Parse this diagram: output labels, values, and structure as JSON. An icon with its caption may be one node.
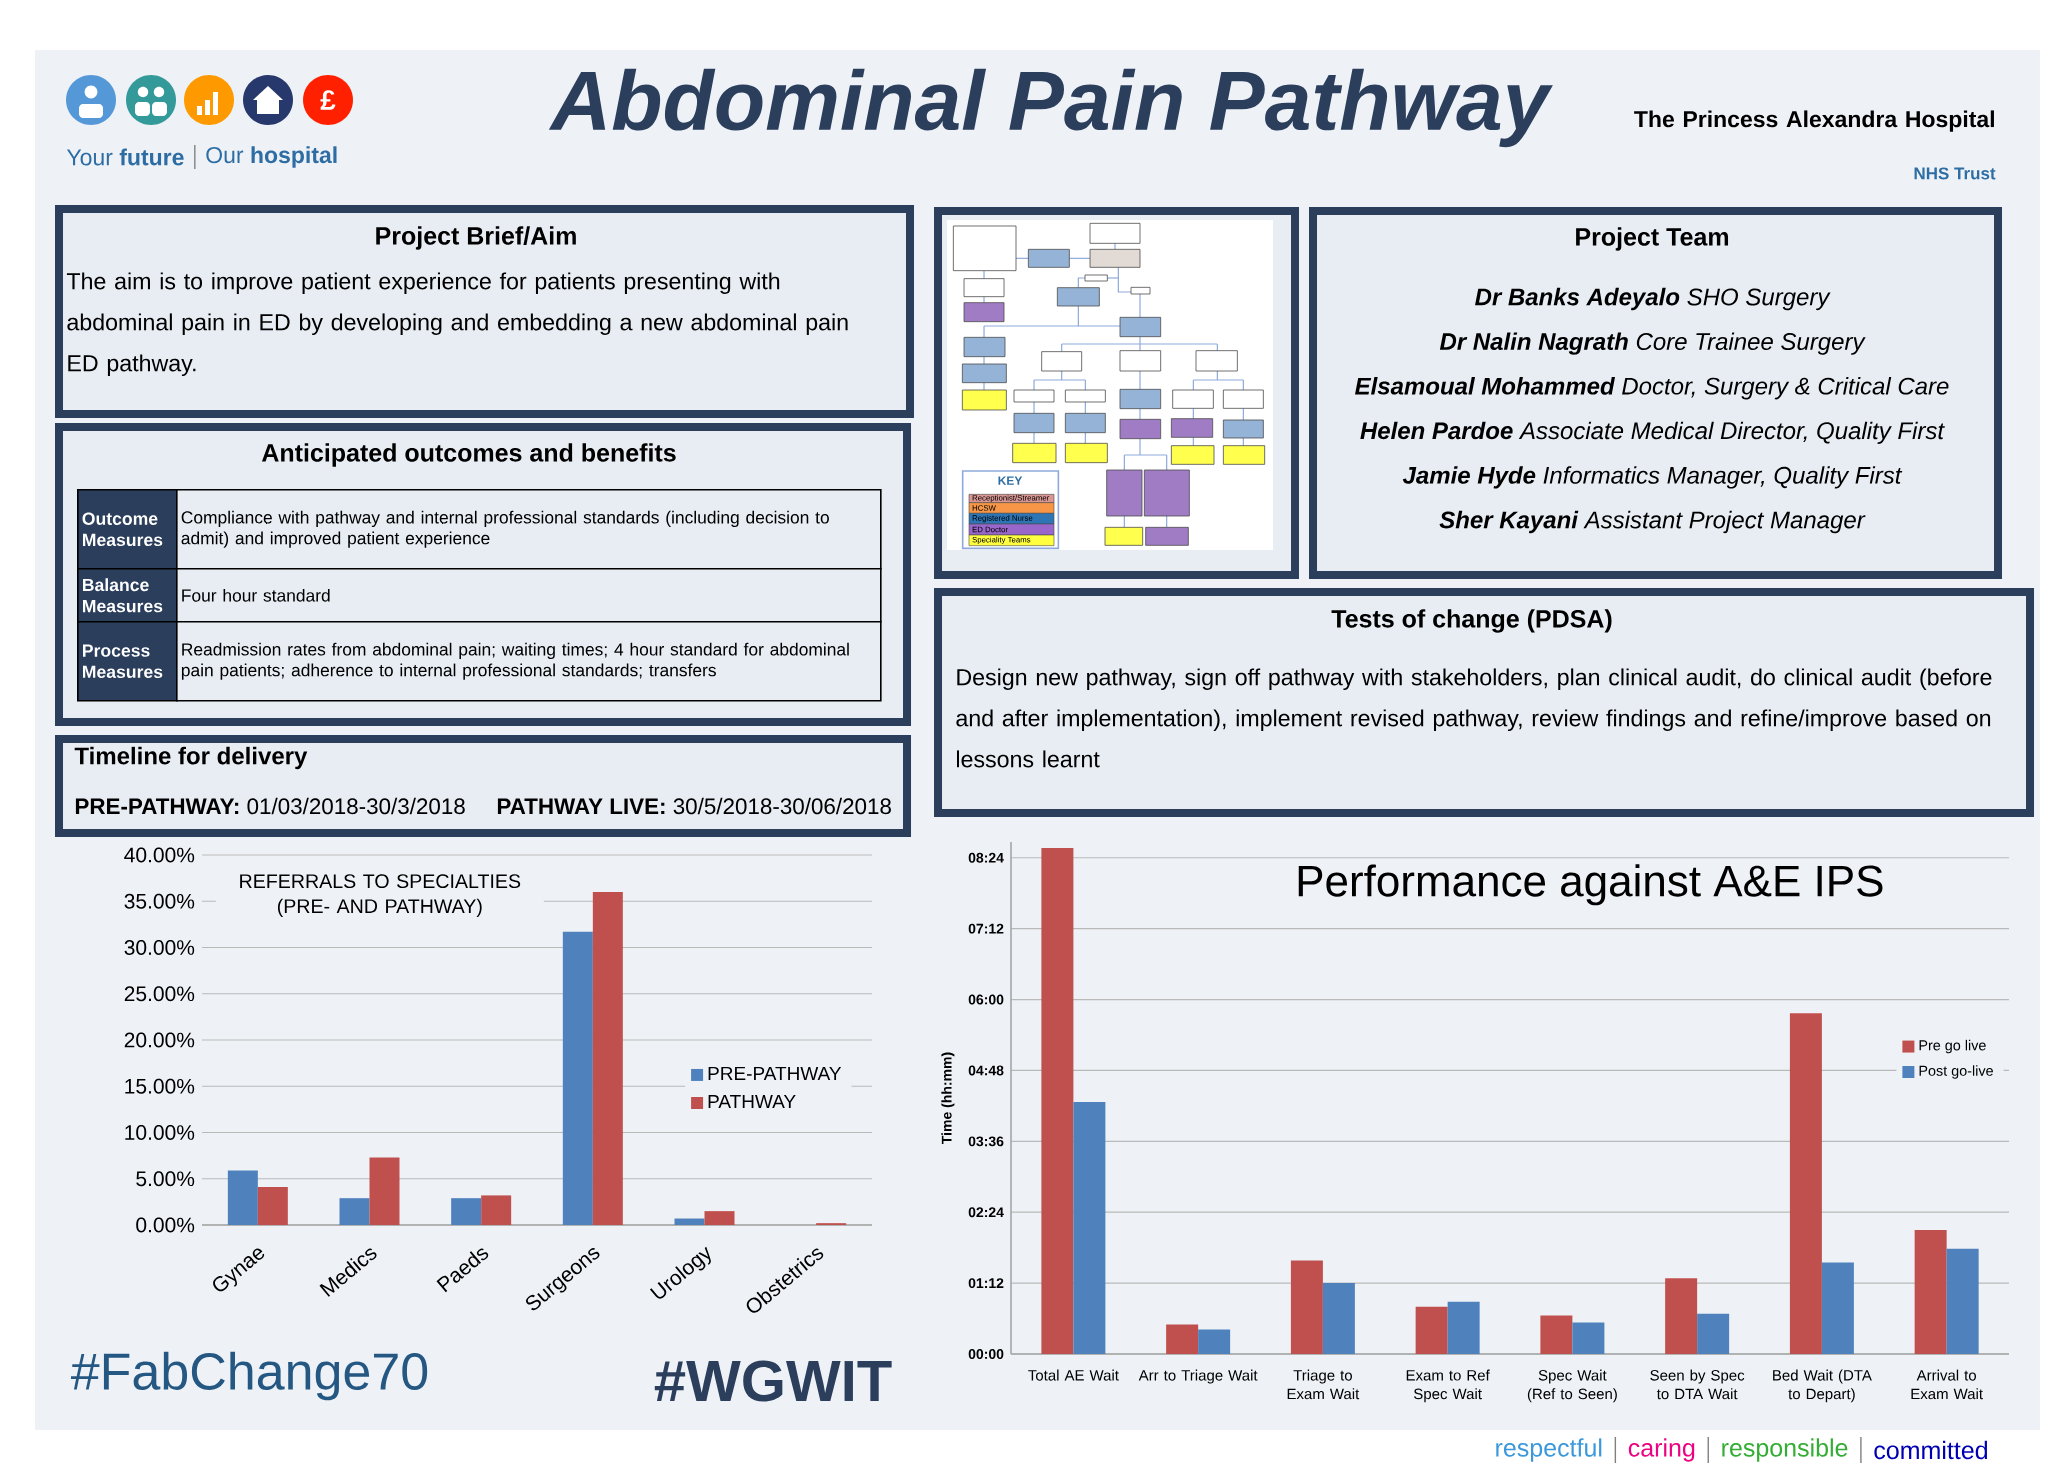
{
  "diagram": {
    "title": "Abdominal Pain Pathway",
    "nodes": [
      {
        "text": [
          "Project Brief/Aim",
          "The aim is to improve patient experience for patients presenting with abdominal pain in ED by developing and embedding a new abdominal pain ED pathway."
        ]
      },
      {
        "text": [
          "Anticipated outcomes and benefits"
        ]
      },
      {
        "text": [
          "Timeline for delivery",
          "**PRE-PATHWAY:** 01/03/2018-30/3/2018",
          "**PATHWAY LIVE:** 30/5/2018-30/06/2018"
        ]
      },
      {
        "text": [],
        "shape": "picture"
      },
      {
        "text": [
          "Project Team",
          "**Dr Banks Adeyalo** SHO Surgery",
          "**Dr Nalin Nagrath** Core Trainee Surgery",
          "**Elsamoual Mohammed**  Doctor, Surgery & Critical Care",
          "**Helen Pardoe**  Associate Medical Director, Quality First",
          "**Jamie Hyde** Informatics Manager, Quality First",
          "**Sher Kayani** Assistant Project Manager"
        ]
      },
      {
        "text": [
          "Tests of change (PDSA)",
          "Design new pathway, sign off pathway with stakeholders, plan clinical audit, do clinical audit (before and after implementation), implement revised pathway, review findings and refine/improve based on lessons learnt"
        ]
      }
    ],
    "labels": [
      "£",
      "Your **future**",
      "Our **hospital**",
      "The Princess Alexandra Hospital",
      "NHS Trust",
      "Outcome Measures",
      "Compliance with pathway and internal professional standards (including decision to admit) and improved patient experience",
      "Balance Measures",
      "Four hour standard",
      "Process Measures",
      "Readmission rates from abdominal pain; waiting times; 4 hour standard for abdominal pain patients; adherence to internal professional standards; transfers",
      "KEY",
      "#FabChange70",
      "#WGWIT",
      "respectful",
      "caring",
      "responsible",
      "committed"
    ],
    "legend": [
      {
        "text": "Receptionist/Streamer",
        "color": "#d99694"
      },
      {
        "text": "HCSW",
        "color": "#f79646"
      },
      {
        "text": "Registered Nurse",
        "color": "#2e75b6"
      },
      {
        "text": "ED Doctor",
        "color": "#9966cc"
      },
      {
        "text": "Speciality Teams",
        "color": "#ffff40"
      }
    ],
    "chart_data": [
      {
        "type": "bar",
        "title": "REFERRALS TO SPECIALTIES (PRE- AND PATHWAY)",
        "categories": [
          "Gynae",
          "Medics",
          "Paeds",
          "Surgeons",
          "Urology",
          "Obstetrics"
        ],
        "series": [
          {
            "name": "PRE-PATHWAY",
            "color": "#4f81bd",
            "values": [
              5.9,
              2.9,
              2.9,
              31.7,
              0.7,
              0
            ]
          },
          {
            "name": "PATHWAY",
            "color": "#c0504d",
            "values": [
              4.1,
              7.3,
              3.2,
              36.0,
              1.5,
              0.2
            ]
          }
        ],
        "ylim": [
          0,
          40
        ],
        "grid": true,
        "legend": "right",
        "yticks": [
          {
            "value": 0,
            "label": "0.00%"
          },
          {
            "value": 5,
            "label": "5.00%"
          },
          {
            "value": 10,
            "label": "10.00%"
          },
          {
            "value": 15,
            "label": "15.00%"
          },
          {
            "value": 20,
            "label": "20.00%"
          },
          {
            "value": 25,
            "label": "25.00%"
          },
          {
            "value": 30,
            "label": "30.00%"
          },
          {
            "value": 35,
            "label": "35.00%"
          },
          {
            "value": 40,
            "label": "40.00%"
          }
        ]
      },
      {
        "type": "bar",
        "title": "Performance against A&E IPS",
        "ylabel": "Time (hh:mm)",
        "categories": [
          "Total AE Wait",
          "Arr to Triage Wait",
          "Triage to Exam Wait",
          "Exam to Ref Spec Wait",
          "Spec Wait (Ref to Seen)",
          "Seen by Spec to DTA Wait",
          "Bed Wait (DTA to Depart)",
          "Arrival to Exam Wait"
        ],
        "series": [
          {
            "name": "Pre go live",
            "color": "#c0504d",
            "values": [
              514,
              30,
              95,
              48,
              39,
              77,
              346,
              126
            ]
          },
          {
            "name": "Post go-live",
            "color": "#4f81bd",
            "values": [
              256,
              25,
              72,
              53,
              32,
              41,
              93,
              107
            ]
          }
        ],
        "ylim": [
          0,
          520
        ],
        "grid": true,
        "legend": "right",
        "yticks": [
          {
            "value": 0,
            "label": "00:00"
          },
          {
            "value": 72,
            "label": "01:12"
          },
          {
            "value": 144,
            "label": "02:24"
          },
          {
            "value": 216,
            "label": "03:36"
          },
          {
            "value": 288,
            "label": "04:48"
          },
          {
            "value": 360,
            "label": "06:00"
          },
          {
            "value": 432,
            "label": "07:12"
          },
          {
            "value": 504,
            "label": "08:24"
          }
        ]
      }
    ]
  }
}
